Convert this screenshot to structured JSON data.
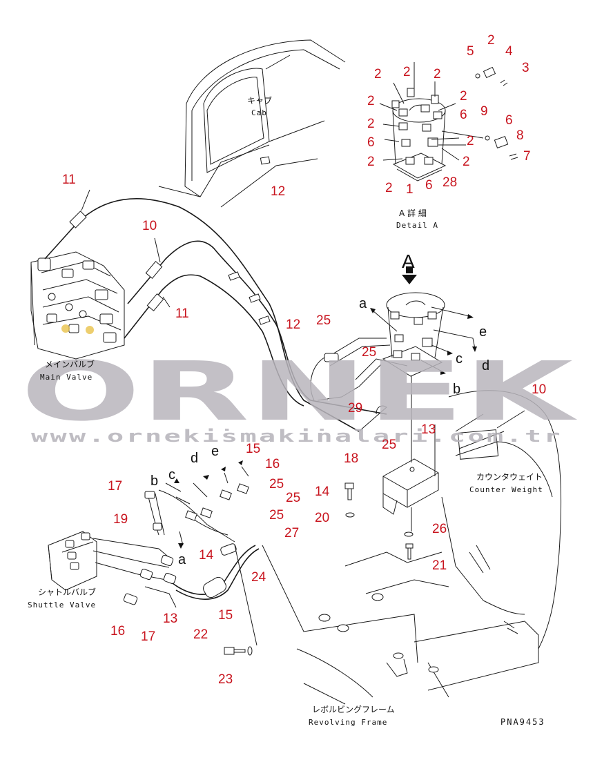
{
  "watermark": {
    "brand": "ORNEK",
    "url": "www.orneki̇smaki̇nalari.com.tr"
  },
  "labels": {
    "cab_jp": "キャブ",
    "cab_en": "Cab",
    "detail_jp": "A 詳 細",
    "detail_en": "Detail A",
    "main_valve_jp": "メインバルブ",
    "main_valve_en": "Main Valve",
    "counter_weight_jp": "カウンタウェイト",
    "counter_weight_en": "Counter Weight",
    "shuttle_valve_jp": "シャトルバルブ",
    "shuttle_valve_en": "Shuttle Valve",
    "revolving_frame_jp": "レボルビングフレーム",
    "revolving_frame_en": "Revolving Frame",
    "view_arrow": "A",
    "drawing_code": "PNA9453"
  },
  "callouts": [
    {
      "id": "c-5",
      "text": "5"
    },
    {
      "id": "c-2a",
      "text": "2"
    },
    {
      "id": "c-4",
      "text": "4"
    },
    {
      "id": "c-3",
      "text": "3"
    },
    {
      "id": "c-2b",
      "text": "2"
    },
    {
      "id": "c-2c",
      "text": "2"
    },
    {
      "id": "c-2d",
      "text": "2"
    },
    {
      "id": "c-2e",
      "text": "2"
    },
    {
      "id": "c-2f",
      "text": "2"
    },
    {
      "id": "c-6a",
      "text": "6"
    },
    {
      "id": "c-9",
      "text": "9"
    },
    {
      "id": "c-2g",
      "text": "2"
    },
    {
      "id": "c-6b",
      "text": "6"
    },
    {
      "id": "c-6c",
      "text": "6"
    },
    {
      "id": "c-8",
      "text": "8"
    },
    {
      "id": "c-2h",
      "text": "2"
    },
    {
      "id": "c-2i",
      "text": "2"
    },
    {
      "id": "c-7",
      "text": "7"
    },
    {
      "id": "c-2j",
      "text": "2"
    },
    {
      "id": "c-2k",
      "text": "2"
    },
    {
      "id": "c-1",
      "text": "1"
    },
    {
      "id": "c-6d",
      "text": "6"
    },
    {
      "id": "c-28",
      "text": "28"
    },
    {
      "id": "c-12a",
      "text": "12"
    },
    {
      "id": "c-11a",
      "text": "11"
    },
    {
      "id": "c-10a",
      "text": "10"
    },
    {
      "id": "c-11b",
      "text": "11"
    },
    {
      "id": "c-25a",
      "text": "25"
    },
    {
      "id": "c-12b",
      "text": "12"
    },
    {
      "id": "c-25b",
      "text": "25"
    },
    {
      "id": "c-29",
      "text": "29"
    },
    {
      "id": "c-10b",
      "text": "10"
    },
    {
      "id": "c-25c",
      "text": "25"
    },
    {
      "id": "c-18",
      "text": "18"
    },
    {
      "id": "c-13a",
      "text": "13"
    },
    {
      "id": "c-15a",
      "text": "15"
    },
    {
      "id": "c-16a",
      "text": "16"
    },
    {
      "id": "c-25d",
      "text": "25"
    },
    {
      "id": "c-17a",
      "text": "17"
    },
    {
      "id": "c-25e",
      "text": "25"
    },
    {
      "id": "c-25f",
      "text": "25"
    },
    {
      "id": "c-14a",
      "text": "14"
    },
    {
      "id": "c-19",
      "text": "19"
    },
    {
      "id": "c-20",
      "text": "20"
    },
    {
      "id": "c-27",
      "text": "27"
    },
    {
      "id": "c-26",
      "text": "26"
    },
    {
      "id": "c-14b",
      "text": "14"
    },
    {
      "id": "c-21",
      "text": "21"
    },
    {
      "id": "c-24",
      "text": "24"
    },
    {
      "id": "c-15b",
      "text": "15"
    },
    {
      "id": "c-13b",
      "text": "13"
    },
    {
      "id": "c-16b",
      "text": "16"
    },
    {
      "id": "c-17b",
      "text": "17"
    },
    {
      "id": "c-22",
      "text": "22"
    },
    {
      "id": "c-23",
      "text": "23"
    }
  ],
  "port_letters": [
    {
      "id": "l-a1",
      "text": "a"
    },
    {
      "id": "l-e1",
      "text": "e"
    },
    {
      "id": "l-c1",
      "text": "c"
    },
    {
      "id": "l-d1",
      "text": "d"
    },
    {
      "id": "l-b1",
      "text": "b"
    },
    {
      "id": "l-d2",
      "text": "d"
    },
    {
      "id": "l-e2",
      "text": "e"
    },
    {
      "id": "l-c2",
      "text": "c"
    },
    {
      "id": "l-b2",
      "text": "b"
    },
    {
      "id": "l-a2",
      "text": "a"
    }
  ],
  "colors": {
    "callout": "#c8141e",
    "line": "#1a1a1a",
    "watermark": "#b9b6bd",
    "highlight": "#e8c24a"
  }
}
